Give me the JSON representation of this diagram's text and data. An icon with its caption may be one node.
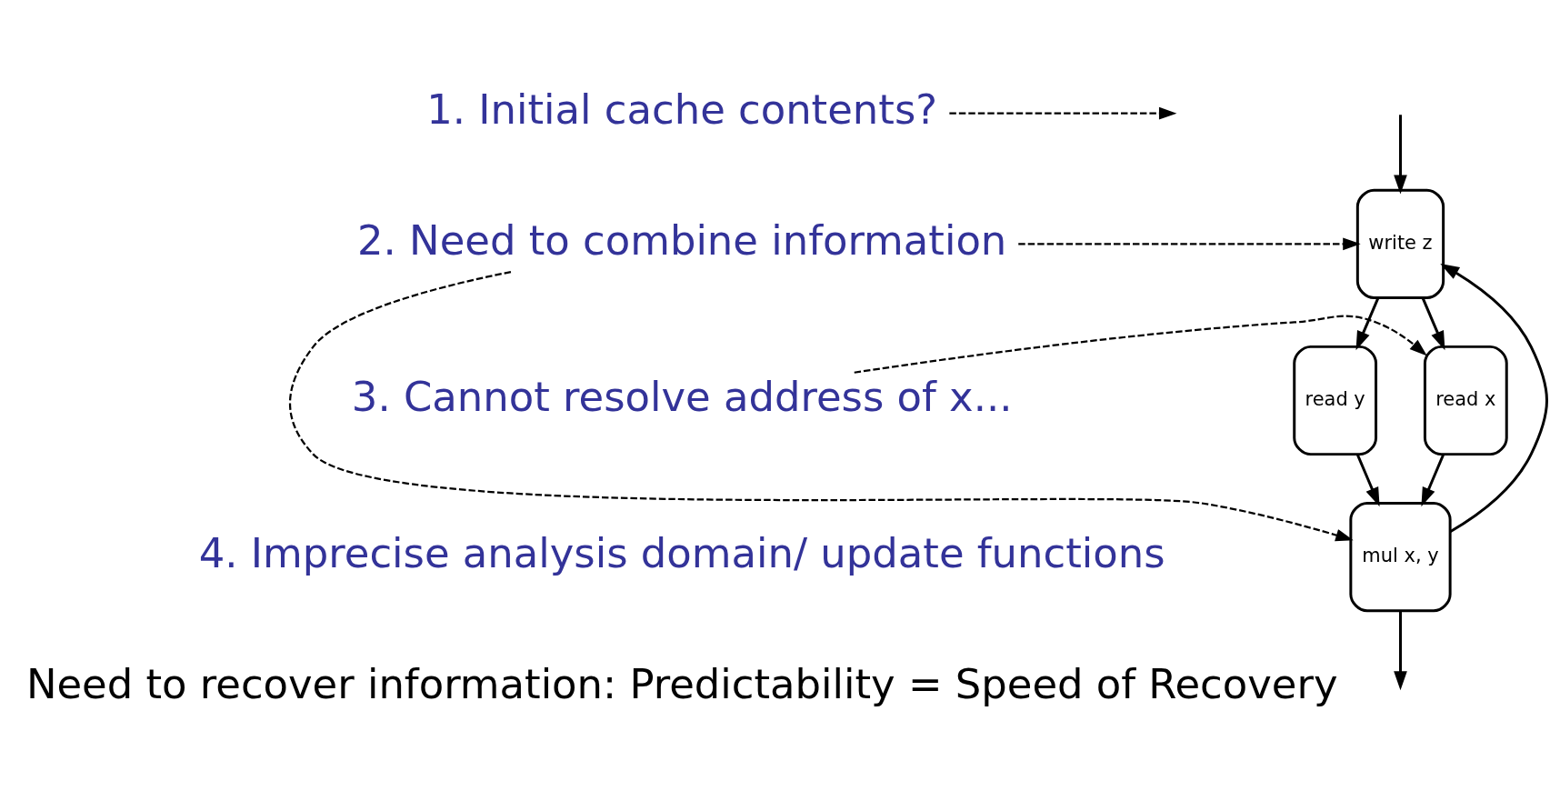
{
  "diagram": {
    "nodes": [
      {
        "text": [
          "write z"
        ]
      },
      {
        "text": [
          "read y"
        ]
      },
      {
        "text": [
          "read x"
        ]
      },
      {
        "text": [
          "mul x, y"
        ]
      },
      {
        "text": [
          "1. Initial cache contents?"
        ]
      },
      {
        "text": [
          "2. Need to combine information"
        ]
      },
      {
        "text": [
          "3. Cannot resolve address of x..."
        ]
      }
    ],
    "edges": [
      {
        "from": null,
        "to": 0,
        "arrow": "to"
      },
      {
        "from": 0,
        "to": 1,
        "arrow": "to"
      },
      {
        "from": 0,
        "to": 2,
        "arrow": "to"
      },
      {
        "from": 1,
        "to": 3,
        "arrow": "to"
      },
      {
        "from": 2,
        "to": 3,
        "arrow": "to"
      },
      {
        "from": 3,
        "to": 0,
        "arrow": "to"
      },
      {
        "from": 3,
        "to": null,
        "arrow": "to"
      },
      {
        "from": 4,
        "to": null,
        "arrow": "to",
        "style": "dashed"
      },
      {
        "from": 5,
        "to": 0,
        "arrow": "to",
        "style": "dashed"
      },
      {
        "from": 5,
        "to": 3,
        "arrow": "to",
        "style": "dashed"
      },
      {
        "from": 6,
        "to": 2,
        "arrow": "to",
        "style": "dashed"
      }
    ],
    "labels": [
      "4. Imprecise analysis domain/ update functions",
      "Need to recover information: Predictability = Speed of Recovery"
    ]
  }
}
